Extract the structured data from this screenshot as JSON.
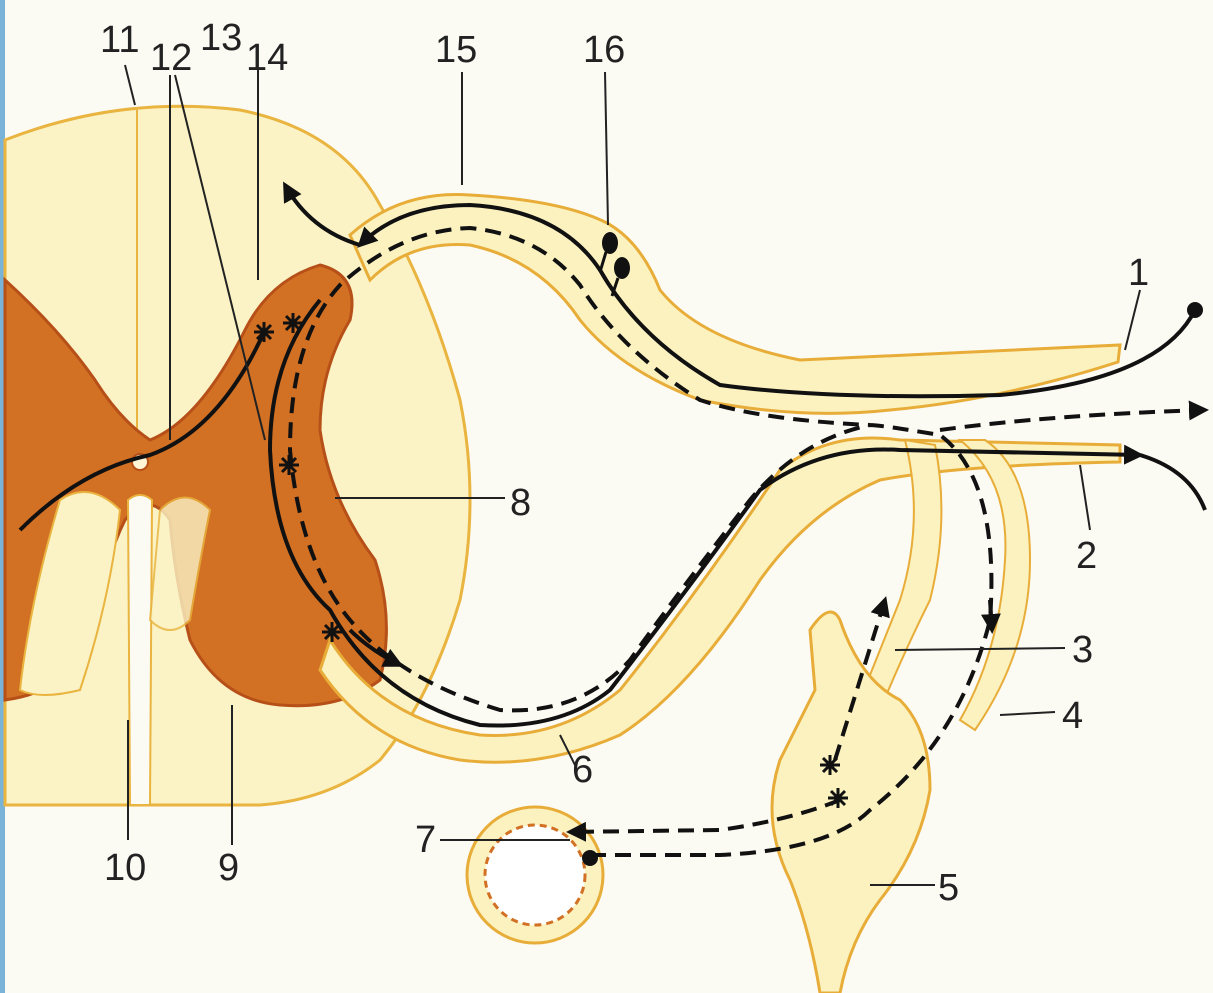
{
  "colors": {
    "background": "#fbfaf3",
    "white_matter": "#fbf3c5",
    "white_matter_edge": "#e9b43f",
    "gray_matter": "#d27024",
    "gray_matter_dark": "#b65018",
    "nerve_fill": "#fbf2bf",
    "nerve_edge": "#e8ad39",
    "fiber": "#111111",
    "accent_bar": "#79b3d8"
  },
  "labels": {
    "l1": "1",
    "l2": "2",
    "l3": "3",
    "l4": "4",
    "l5": "5",
    "l6": "6",
    "l7": "7",
    "l8": "8",
    "l9": "9",
    "l10": "10",
    "l11": "11",
    "l12": "12",
    "l13": "13",
    "l14": "14",
    "l15": "15",
    "l16": "16"
  }
}
